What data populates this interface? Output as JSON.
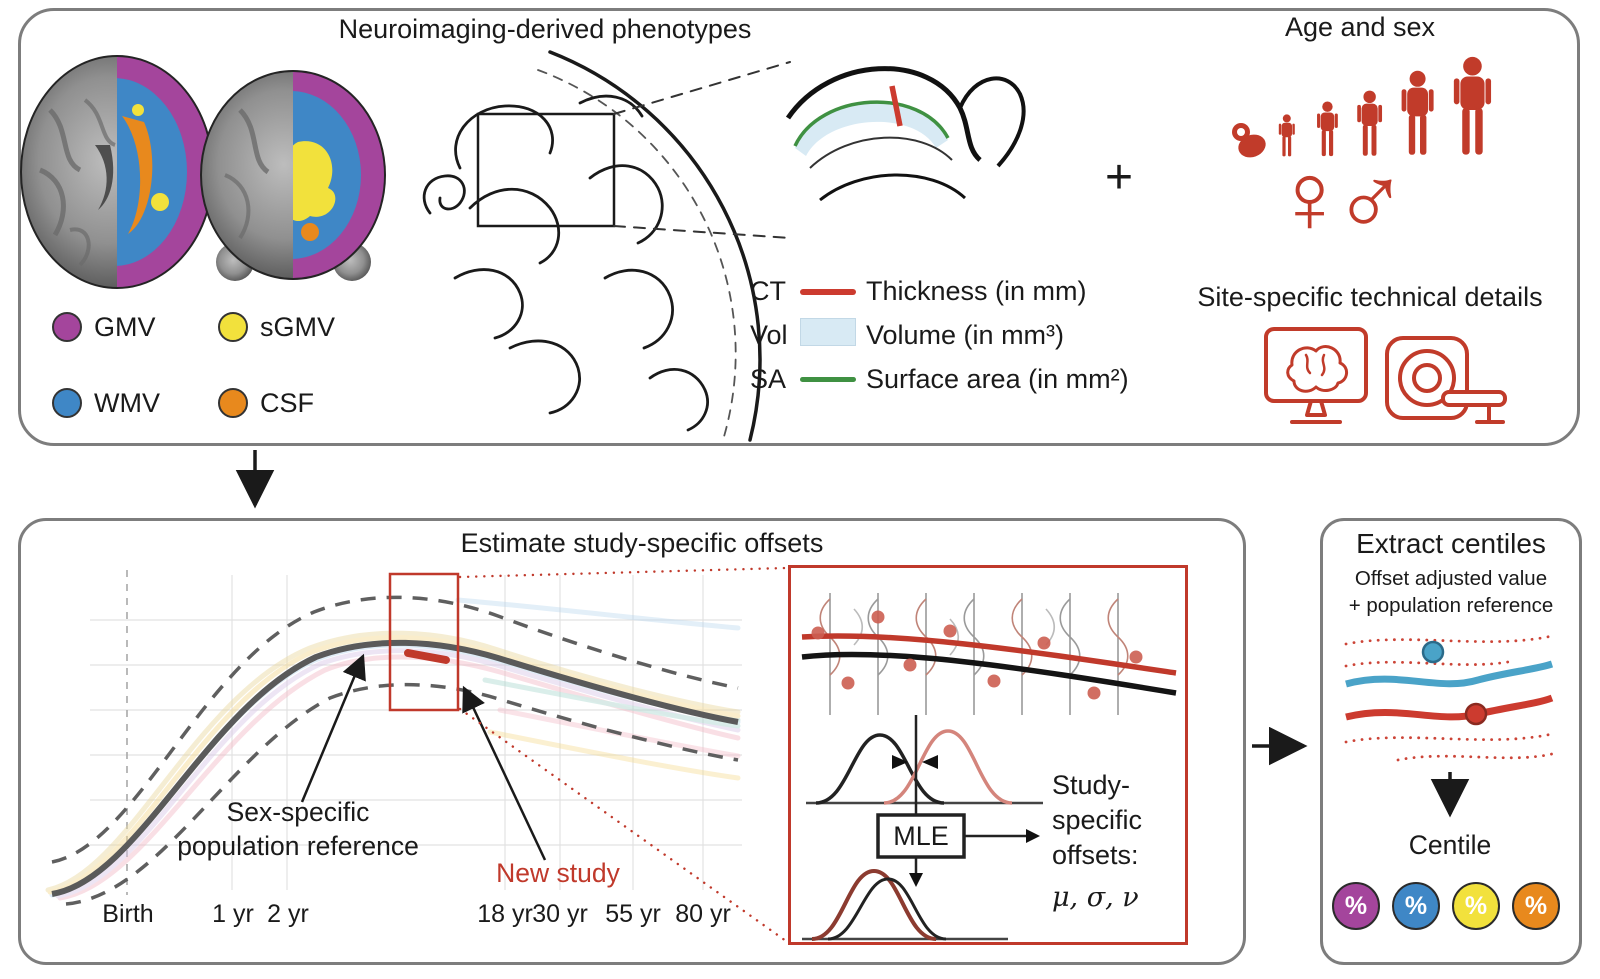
{
  "colors": {
    "accent_red": "#c0392b",
    "thickness_red": "#cc3b2f",
    "volume_fill": "#d8eaf4",
    "surface_green": "#3f9142",
    "gmv_purple": "#a4459c",
    "sgmv_yellow": "#f2e13c",
    "wmv_blue": "#3f87c6",
    "csf_orange": "#e8891d"
  },
  "top_panel": {
    "title": "Neuroimaging-derived phenotypes",
    "brain_legend": [
      {
        "label": "GMV",
        "color": "#a4459c"
      },
      {
        "label": "sGMV",
        "color": "#f2e13c"
      },
      {
        "label": "WMV",
        "color": "#3f87c6"
      },
      {
        "label": "CSF",
        "color": "#e8891d"
      }
    ],
    "metric_legend": [
      {
        "abbr": "CT",
        "label": "Thickness (in mm)"
      },
      {
        "abbr": "Vol",
        "label": "Volume (in mm³)"
      },
      {
        "abbr": "SA",
        "label": "Surface area (in mm²)"
      }
    ],
    "plus": "+",
    "age_sex": {
      "title": "Age and sex",
      "female_symbol": "♀",
      "male_symbol": "♂"
    },
    "site": {
      "title": "Site-specific technical details"
    }
  },
  "bottom_left": {
    "title": "Estimate study-specific offsets",
    "population_label": "Sex-specific\npopulation reference",
    "new_study_label": "New study",
    "x_axis_labels": [
      "Birth",
      "1 yr",
      "2 yr",
      "18 yr",
      "30 yr",
      "55 yr",
      "80 yr"
    ],
    "mle_label": "MLE",
    "offsets_label": "Study-\nspecific\noffsets:",
    "offsets_symbols": "μ, σ, ν"
  },
  "bottom_right": {
    "title": "Extract centiles",
    "subtitle": "Offset adjusted value\n+ population reference",
    "centile_label": "Centile",
    "badges": [
      {
        "symbol": "%",
        "color": "#a4459c"
      },
      {
        "symbol": "%",
        "color": "#3f87c6"
      },
      {
        "symbol": "%",
        "color": "#f2e13c"
      },
      {
        "symbol": "%",
        "color": "#e8891d"
      }
    ]
  }
}
